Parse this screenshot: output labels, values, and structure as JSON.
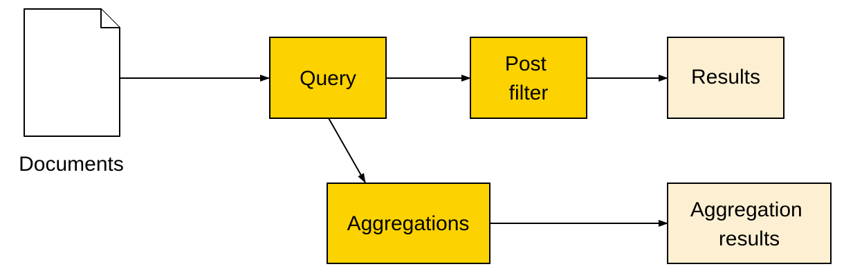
{
  "diagram": {
    "documents_label": "Documents",
    "nodes": {
      "query": "Query",
      "post_filter": [
        "Post",
        "filter"
      ],
      "results": "Results",
      "aggregations": "Aggregations",
      "aggregation_results": [
        "Aggregation",
        "results"
      ]
    },
    "colors": {
      "process_fill": "#FCD200",
      "output_fill": "#FDF0D2",
      "stroke": "#000000",
      "document_fill": "#FFFFFF"
    }
  }
}
